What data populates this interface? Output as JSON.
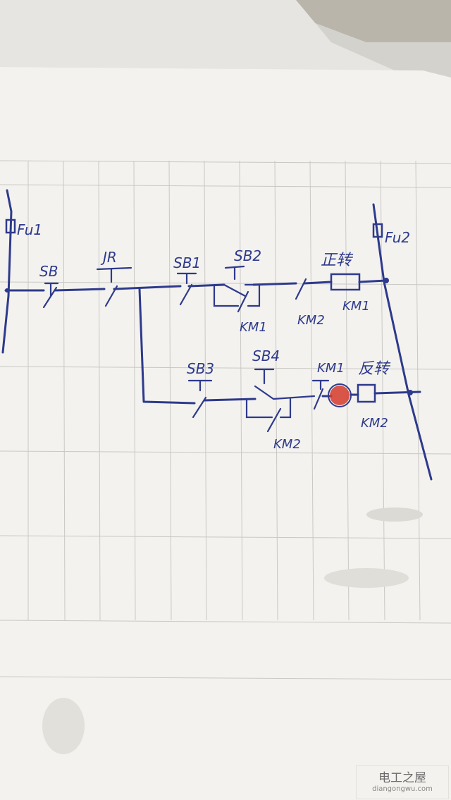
{
  "labels": {
    "fu1": "Fu1",
    "fu2": "Fu2",
    "sb": "SB",
    "jr": "JR",
    "sb1": "SB1",
    "sb2": "SB2",
    "sb3": "SB3",
    "sb4": "SB4",
    "forward": "正转",
    "reverse": "反转",
    "km1_coil": "KM1",
    "km1_aux": "KM1",
    "km2_inter": "KM2",
    "km1_inter": "KM1",
    "km2_aux": "KM2",
    "km2_coil": "KM2"
  },
  "watermark": {
    "cn": "电工之屋",
    "url": "diangongwu.com"
  },
  "colors": {
    "ink": "#2e3a8c",
    "paper": "#f3f2ee",
    "red_mark": "#d23a2a"
  }
}
